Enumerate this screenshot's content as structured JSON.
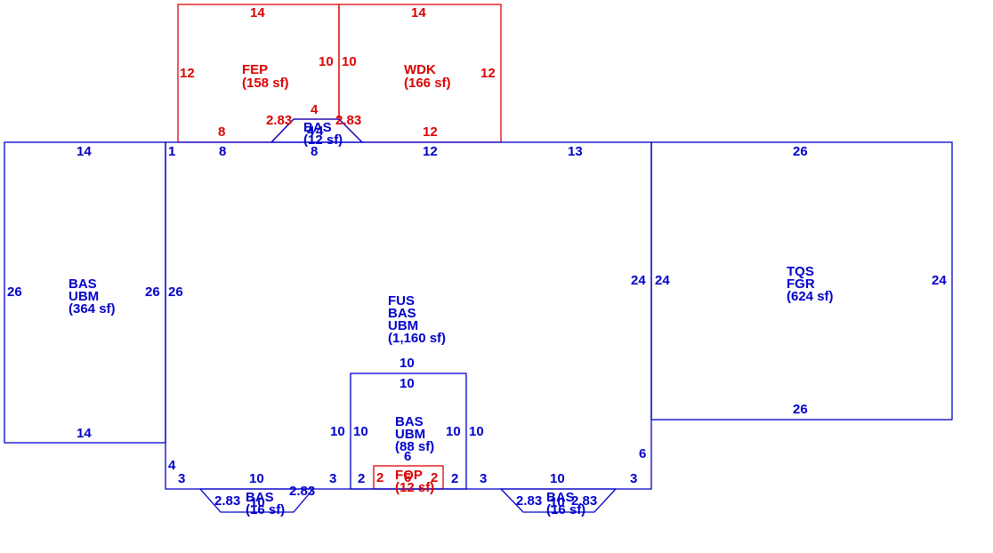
{
  "colors": {
    "blue": "#0000cc",
    "red": "#dd0000",
    "background": "#ffffff"
  },
  "areas": {
    "fep": {
      "codes": [
        "FEP"
      ],
      "area": "(158 sf)"
    },
    "wdk": {
      "codes": [
        "WDK"
      ],
      "area": "(166 sf)"
    },
    "bas_top": {
      "codes": [
        "BAS"
      ],
      "area": "(12 sf)"
    },
    "bas_left": {
      "codes": [
        "BAS",
        "UBM"
      ],
      "area": "(364 sf)"
    },
    "main": {
      "codes": [
        "FUS",
        "BAS",
        "UBM"
      ],
      "area": "(1,160 sf)"
    },
    "tqs": {
      "codes": [
        "TQS",
        "FGR"
      ],
      "area": "(624 sf)"
    },
    "bas_inner": {
      "codes": [
        "BAS",
        "UBM"
      ],
      "area": "(88 sf)"
    },
    "fop": {
      "codes": [
        "FOP"
      ],
      "area": "(12 sf)"
    },
    "bas_bl": {
      "codes": [
        "BAS"
      ],
      "area": "(16 sf)"
    },
    "bas_br": {
      "codes": [
        "BAS"
      ],
      "area": "(16 sf)"
    }
  },
  "dimensions": {
    "fep_top": "14",
    "fep_left": "12",
    "fep_right": "10",
    "fep_bottom": "8",
    "wdk_top": "14",
    "wdk_left": "10",
    "wdk_right": "12",
    "wdk_bottom": "12",
    "bay_top_left_diag": "2.83",
    "bay_top_top": "4",
    "bay_top_right_diag": "2.83",
    "bay_top_inner_left": "4",
    "bay_top_inner_right": "4",
    "bay_top_bottom": "8",
    "left_top": "14",
    "left_left": "26",
    "left_right": "26",
    "left_bottom": "14",
    "main_left": "26",
    "main_top_one": "1",
    "main_top_eight": "8",
    "main_top_twelve": "12",
    "main_top_thirteen": "13",
    "main_right": "24",
    "main_right_six": "6",
    "main_left_four": "4",
    "main_bottom_3a": "3",
    "main_bottom_10a": "10",
    "main_bottom_3b": "3",
    "main_bottom_2a": "2",
    "main_bottom_2b": "2",
    "main_bottom_3c": "3",
    "main_bottom_10b": "10",
    "main_bottom_3d": "3",
    "tqs_top": "26",
    "tqs_left": "24",
    "tqs_right": "24",
    "tqs_bottom": "26",
    "inner_top_outer": "10",
    "inner_top_inner": "10",
    "inner_left_outer": "10",
    "inner_left_inner": "10",
    "inner_right_inner": "10",
    "inner_right_outer": "10",
    "inner_bottom": "6",
    "fop_left": "2",
    "fop_top": "6",
    "fop_right": "2",
    "bay_bl_left": "2.83",
    "bay_bl_bottom": "10",
    "bay_bl_right": "2.83",
    "bay_br_left": "2.83",
    "bay_br_bottom": "10",
    "bay_br_right": "2.83"
  }
}
